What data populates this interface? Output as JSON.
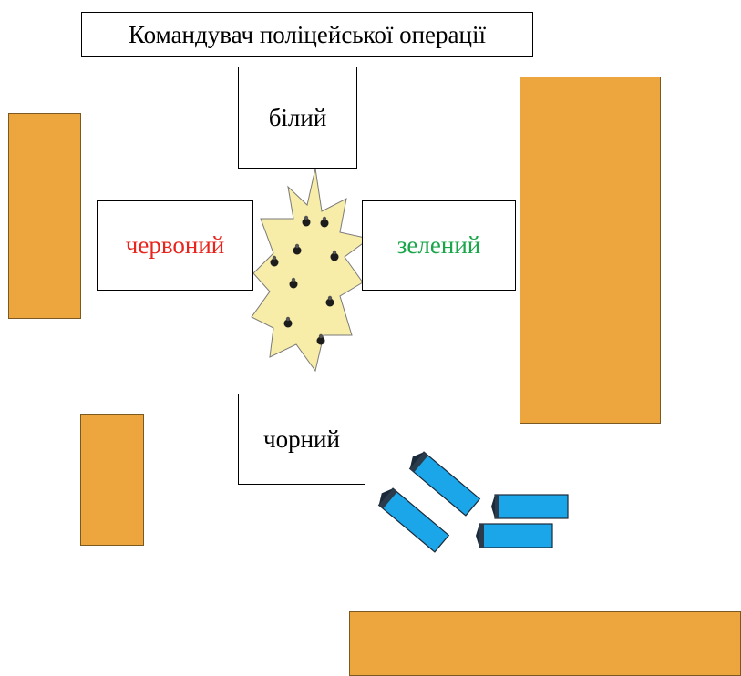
{
  "title": "Командувач поліцейської операції",
  "units": {
    "white": {
      "label": "білий",
      "color": "#000000"
    },
    "red": {
      "label": "червоний",
      "color": "#e8241c"
    },
    "green": {
      "label": "зелений",
      "color": "#1aa54a"
    },
    "black": {
      "label": "чорний",
      "color": "#000000"
    }
  },
  "colors": {
    "building": "#eda63e",
    "crowd_area": "#f7eca8",
    "vehicle": "#1aa6e8"
  },
  "icons": {
    "crowd": "explosion-shape",
    "person": "person-head-icon",
    "vehicle": "police-van-icon"
  }
}
